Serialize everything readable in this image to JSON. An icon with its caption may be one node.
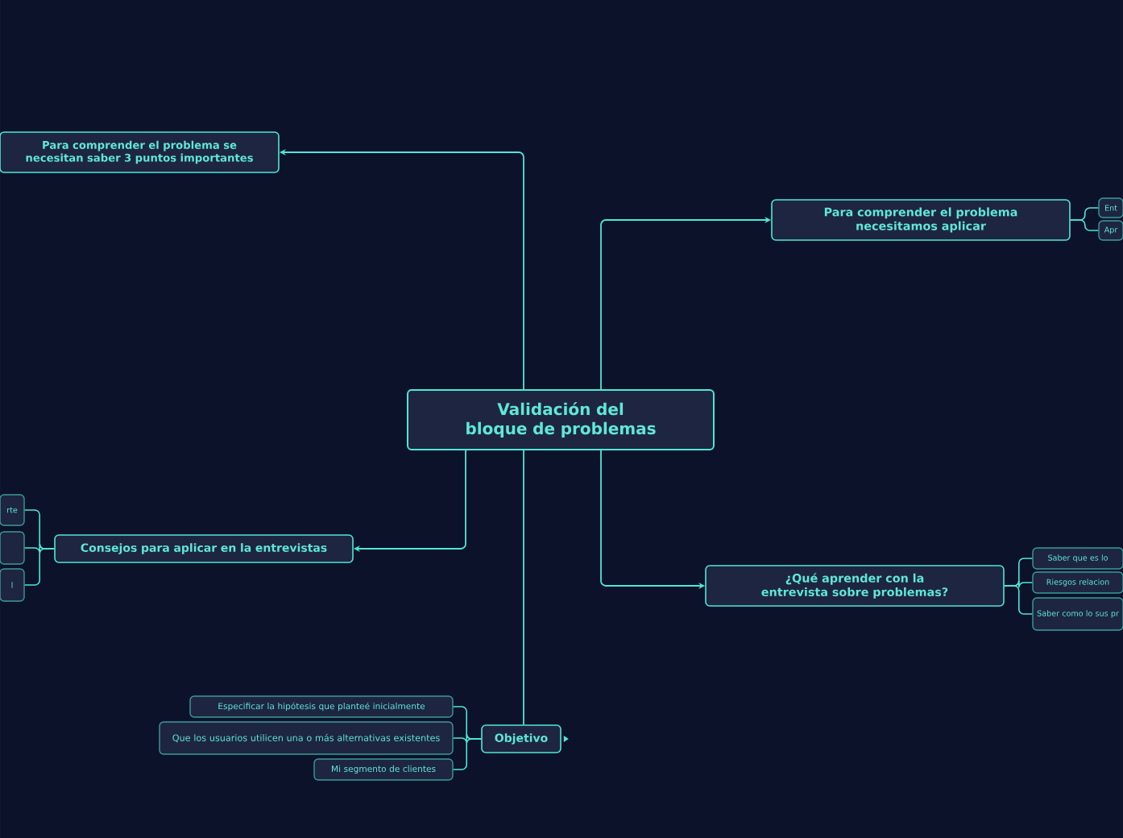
{
  "diagram": {
    "nodes": [
      {
        "text": [
          "Validación del bloque de problemas"
        ]
      },
      {
        "text": [
          "Para comprender el problema se necesitan saber 3 puntos importantes"
        ]
      },
      {
        "text": [
          "Para comprender el problema necesitamos aplicar"
        ]
      },
      {
        "text": [
          "Ent"
        ]
      },
      {
        "text": [
          "Apr"
        ]
      },
      {
        "text": [
          "Consejos para aplicar en la entrevistas"
        ]
      },
      {
        "text": [
          "rte"
        ]
      },
      {
        "text": [],
        "shape": "box"
      },
      {
        "text": [
          "l"
        ]
      },
      {
        "text": [
          "¿Qué aprender con la entrevista sobre problemas?"
        ]
      },
      {
        "text": [
          "Saber que es lo"
        ]
      },
      {
        "text": [
          "Riesgos relacion"
        ]
      },
      {
        "text": [
          "Saber como lo sus pr"
        ]
      },
      {
        "text": [
          "Objetivo"
        ]
      },
      {
        "text": [
          "Especificar la hipótesis que planteé inicialmente"
        ]
      },
      {
        "text": [
          "Que los usuarios utilicen una o más alternativas existentes"
        ]
      },
      {
        "text": [
          "Mi segmento de clientes"
        ]
      }
    ],
    "edges": [
      {
        "from": 0,
        "to": 1,
        "arrow": "to"
      },
      {
        "from": 0,
        "to": 2,
        "arrow": "to"
      },
      {
        "from": 0,
        "to": 5,
        "arrow": "to"
      },
      {
        "from": 0,
        "to": 9,
        "arrow": "to"
      },
      {
        "from": 0,
        "to": 13,
        "arrow": "none"
      },
      {
        "from": 2,
        "to": 3,
        "arrow": "none"
      },
      {
        "from": 2,
        "to": 4,
        "arrow": "none"
      },
      {
        "from": 5,
        "to": 6,
        "arrow": "none"
      },
      {
        "from": 5,
        "to": 7,
        "arrow": "none"
      },
      {
        "from": 5,
        "to": 8,
        "arrow": "none"
      },
      {
        "from": 9,
        "to": 10,
        "arrow": "none"
      },
      {
        "from": 9,
        "to": 11,
        "arrow": "none"
      },
      {
        "from": 9,
        "to": 12,
        "arrow": "none"
      },
      {
        "from": 13,
        "to": 14,
        "arrow": "none"
      },
      {
        "from": 13,
        "to": 15,
        "arrow": "none"
      },
      {
        "from": 13,
        "to": 16,
        "arrow": "none"
      }
    ]
  }
}
